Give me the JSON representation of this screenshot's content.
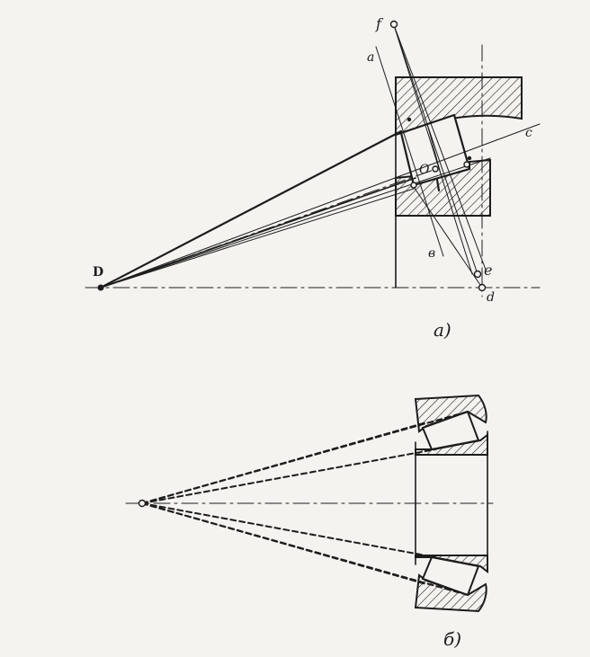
{
  "labels": {
    "apex": "D",
    "f": "f",
    "a": "a",
    "c": "c",
    "o": "O",
    "b": "в",
    "e": "e",
    "d": "d"
  },
  "captions": {
    "top": "a)",
    "bottom": "б)"
  },
  "colors": {
    "ink": "#1c1c1c",
    "paper": "#f4f3ef"
  }
}
